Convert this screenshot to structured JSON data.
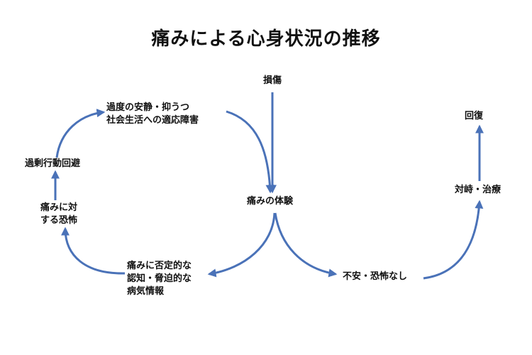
{
  "title": "痛みによる心身状況の推移",
  "colors": {
    "arrow": "#4a72b8",
    "text": "#111111",
    "background": "#ffffff"
  },
  "nodes": {
    "injury": [
      "損傷"
    ],
    "pain_experience": [
      "痛みの体験"
    ],
    "negative_cognition": [
      "痛みに否定的な",
      "認知・脅迫的な",
      "病気情報"
    ],
    "fear_of_pain": [
      "痛みに対",
      "する恐怖"
    ],
    "avoidance": [
      "過剰行動回避"
    ],
    "disuse_depression": [
      "過度の安静・抑うつ",
      "社会生活への適応障害"
    ],
    "no_anxiety_fear": [
      "不安・恐怖なし"
    ],
    "confrontation": [
      "対峙・治療"
    ],
    "recovery": [
      "回復"
    ]
  }
}
